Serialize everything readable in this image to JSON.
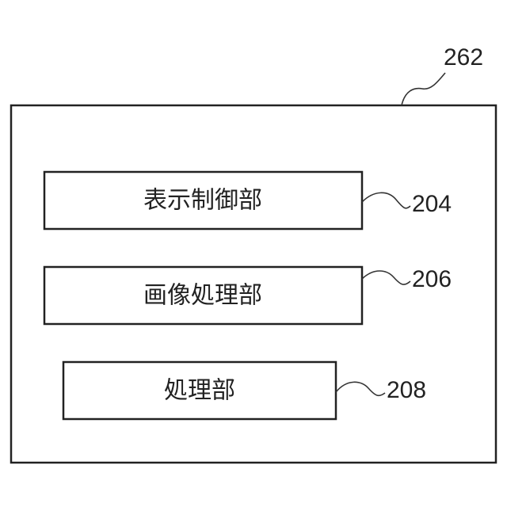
{
  "diagram": {
    "outer_ref": "262",
    "blocks": [
      {
        "label": "表示制御部",
        "ref": "204"
      },
      {
        "label": "画像処理部",
        "ref": "206"
      },
      {
        "label": "処理部",
        "ref": "208"
      }
    ]
  }
}
